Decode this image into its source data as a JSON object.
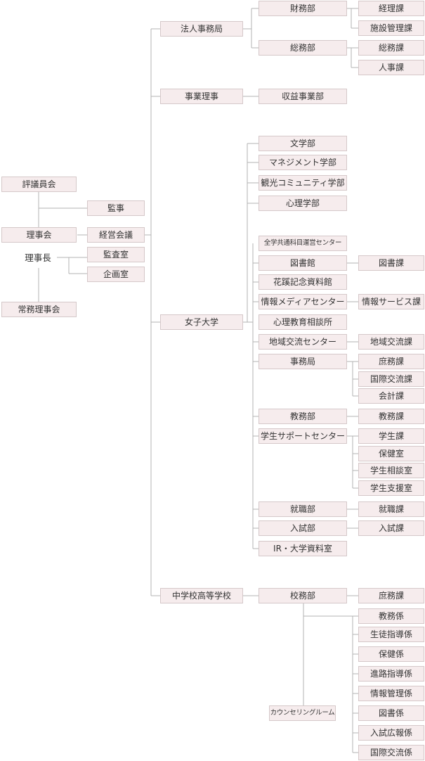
{
  "nodes": {
    "hyogiinkai": "評議員会",
    "kanji": "監事",
    "rijikai": "理事会",
    "keiei_kaigi": "経営会議",
    "rijicho": "理事長",
    "kansa_shitsu": "監査室",
    "kikaku_shitsu": "企画室",
    "jomu_rijikai": "常務理事会",
    "hojin_jimukyoku": "法人事務局",
    "zaimubu": "財務部",
    "keiri_ka": "経理課",
    "shisetsu_kanri_ka": "施設管理課",
    "somubu": "総務部",
    "somu_ka": "総務課",
    "jinji_ka": "人事課",
    "jigyo_riji": "事業理事",
    "shueki_jigyobu": "収益事業部",
    "joshi_daigaku": "女子大学",
    "bungakubu": "文学部",
    "management_gakubu": "マネジメント学部",
    "kanko_community_gakubu": "観光コミュニティ学部",
    "shinri_gakubu": "心理学部",
    "zengaku_kyotsu_center": "全学共通科目運営センター",
    "toshokan": "図書館",
    "tosho_ka": "図書課",
    "kaso_kinen_shiryokan": "花蹊記念資料館",
    "joho_media_center": "情報メディアセンター",
    "joho_service_ka": "情報サービス課",
    "shinri_kyoiku_sodanjo": "心理教育相談所",
    "chiiki_koryu_center": "地域交流センター",
    "chiiki_koryu_ka": "地域交流課",
    "jimukyoku": "事務局",
    "shomu_ka": "庶務課",
    "kokusai_koryu_ka": "国際交流課",
    "kaikei_ka": "会計課",
    "kyomubu": "教務部",
    "kyomu_ka": "教務課",
    "gakusei_support_center": "学生サポートセンター",
    "gakusei_ka": "学生課",
    "hoken_shitsu": "保健室",
    "gakusei_sodan_shitsu": "学生相談室",
    "gakusei_shien_shitsu": "学生支援室",
    "shushokubu": "就職部",
    "shushoku_ka": "就職課",
    "nyushibu": "入試部",
    "nyushi_ka": "入試課",
    "ir_shiryo_shitsu": "IR・大学資料室",
    "chugakko_koto_gakko": "中学校高等学校",
    "komubu": "校務部",
    "shomu_ka_2": "庶務課",
    "kyomu_gakari": "教務係",
    "seito_shido_gakari": "生徒指導係",
    "hoken_gakari": "保健係",
    "shinro_shido_gakari": "進路指導係",
    "joho_kanri_gakari": "情報管理係",
    "tosho_gakari": "図書係",
    "nyushi_koho_gakari": "入試広報係",
    "kokusai_koryu_gakari": "国際交流係",
    "counseling_room": "カウンセリングルーム"
  }
}
